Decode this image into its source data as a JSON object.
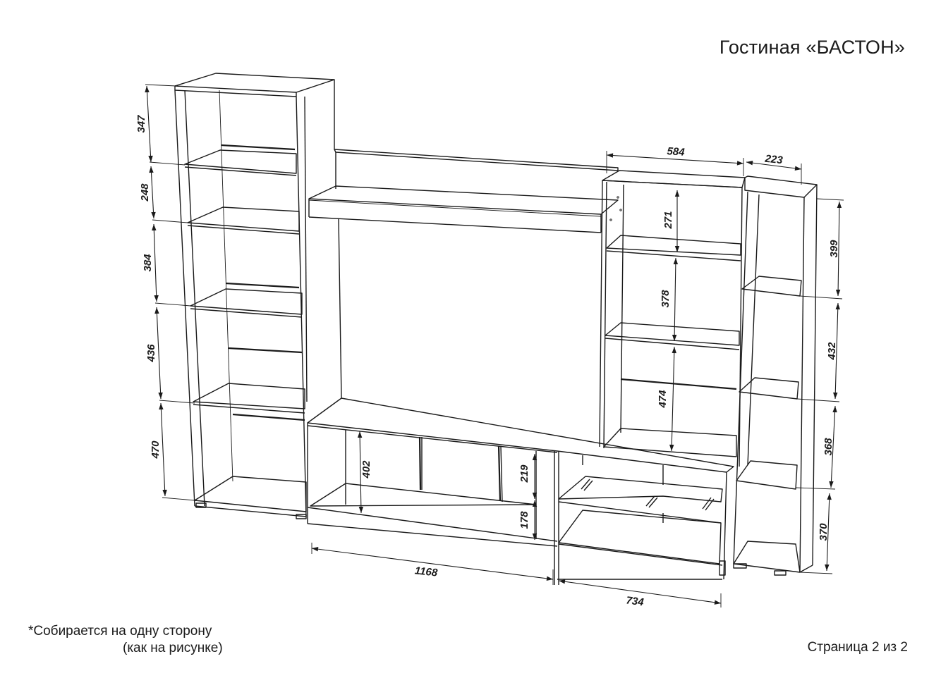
{
  "title": "Гостиная «БАСТОН»",
  "notes": {
    "line1": "*Собирается на одну сторону",
    "line2": "(как на рисунке)"
  },
  "page_label": "Страница 2 из 2",
  "dimensions": {
    "left_column": [
      "347",
      "248",
      "384",
      "436",
      "470"
    ],
    "middle_block": [
      "402",
      "219",
      "178"
    ],
    "bottom": [
      "1168",
      "734"
    ],
    "right_cabinet": [
      "584",
      "271",
      "378",
      "474"
    ],
    "right_column": [
      "223",
      "399",
      "432",
      "368",
      "370"
    ]
  }
}
